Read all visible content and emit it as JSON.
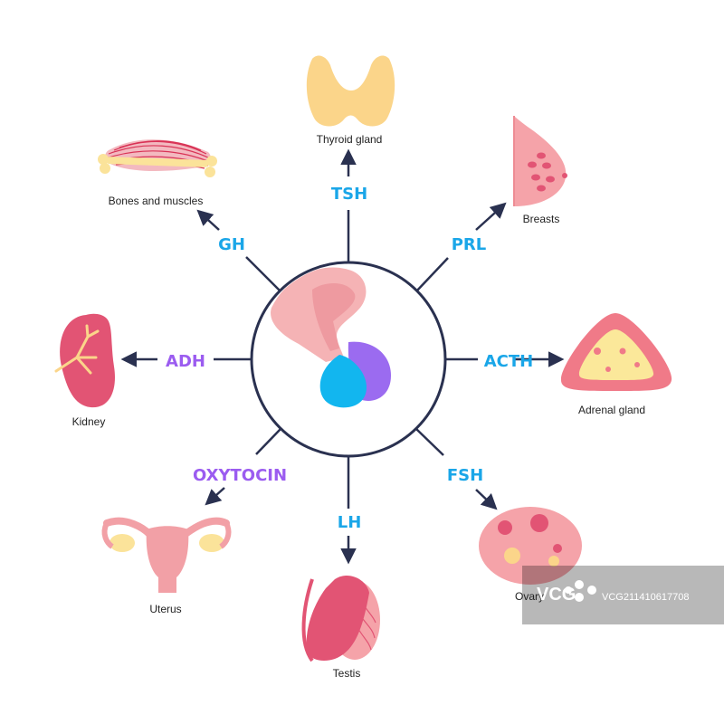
{
  "colors": {
    "line": "#2a3150",
    "blue_hormone": "#1aa6e8",
    "purple_hormone": "#9b5cf0"
  },
  "hormones": {
    "tsh": "TSH",
    "gh": "GH",
    "prl": "PRL",
    "adh": "ADH",
    "acth": "ACTH",
    "oxytocin": "OXYTOCIN",
    "lh": "LH",
    "fsh": "FSH"
  },
  "organs": {
    "thyroid": "Thyroid gland",
    "bones": "Bones and muscles",
    "breasts": "Breasts",
    "kidney": "Kidney",
    "adrenal": "Adrenal gland",
    "uterus": "Uterus",
    "testis": "Testis",
    "ovary": "Ovary"
  },
  "watermark": {
    "logo": "VCG",
    "code": "VCG211410617708"
  }
}
